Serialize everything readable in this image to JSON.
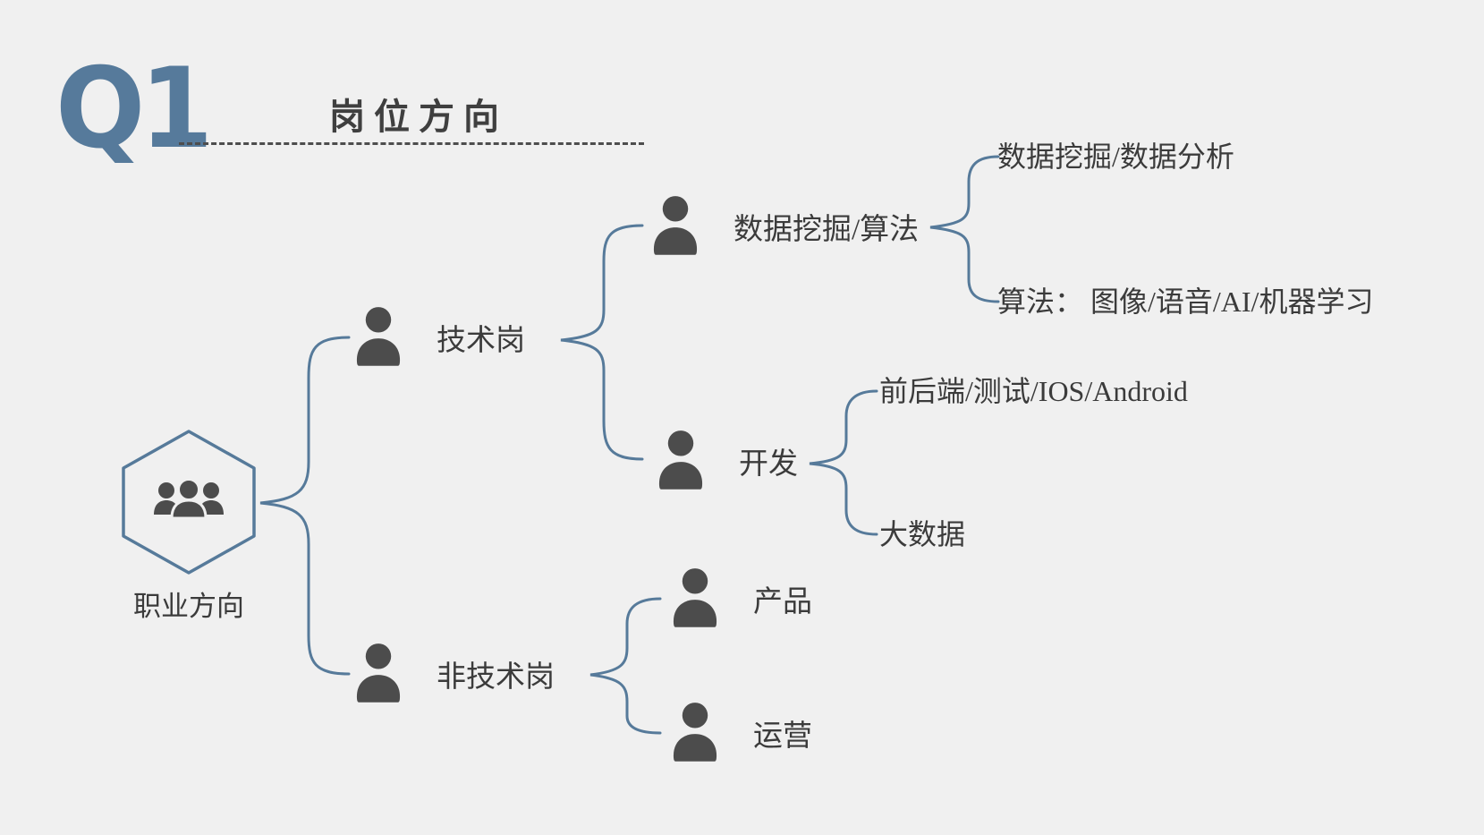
{
  "slide": {
    "question_label": "Q1",
    "title": "岗位方向"
  },
  "nodes": {
    "root": {
      "label": "职业方向",
      "icon": "people-group-icon"
    },
    "tech": {
      "label": "技术岗",
      "icon": "person-icon"
    },
    "nontech": {
      "label": "非技术岗",
      "icon": "person-icon"
    },
    "datamining": {
      "label": "数据挖掘/算法",
      "icon": "person-icon"
    },
    "dev": {
      "label": "开发",
      "icon": "person-icon"
    },
    "product": {
      "label": "产品",
      "icon": "person-icon"
    },
    "operation": {
      "label": "运营",
      "icon": "person-icon"
    },
    "leaf_dm": {
      "label": "数据挖掘/数据分析"
    },
    "leaf_algo": {
      "label": "算法： 图像/语音/AI/机器学习"
    },
    "leaf_frontend": {
      "label": "前后端/测试/IOS/Android"
    },
    "leaf_bigdata": {
      "label": "大数据"
    }
  },
  "colors": {
    "accent": "#567a9b",
    "connector": "#567a9a",
    "icon": "#4c4c4c",
    "text": "#3b3b3b",
    "background": "#f0f0f0"
  }
}
